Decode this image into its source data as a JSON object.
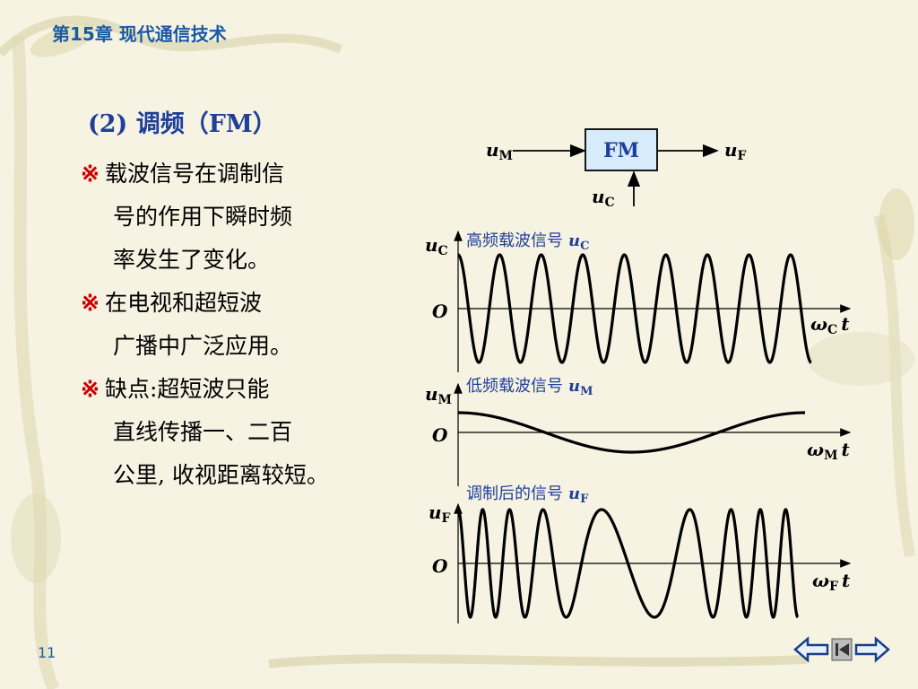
{
  "header": {
    "chapter": "第15章   现代通信技术"
  },
  "section": {
    "title": "(2) 调频（FM）"
  },
  "bullets": [
    {
      "mark": "※",
      "line1": "载波信号在调制信",
      "rest": [
        "号的作用下瞬时频",
        "率发生了变化。"
      ]
    },
    {
      "mark": "※",
      "line1": "在电视和超短波",
      "rest": [
        "广播中广泛应用。"
      ]
    },
    {
      "mark": "※",
      "line1": "缺点:超短波只能",
      "rest": [
        "直线传播一、二百",
        "公里, 收视距离较短。"
      ]
    }
  ],
  "block": {
    "label": "FM",
    "input_sym": "u",
    "input_sub": "M",
    "output_sym": "u",
    "output_sub": "F",
    "carrier_sym": "u",
    "carrier_sub": "C"
  },
  "plots": [
    {
      "caption": "高频载波信号",
      "cap_sym": "u",
      "cap_sub": "C",
      "ylabel_sym": "u",
      "ylabel_sub": "C",
      "origin": "O",
      "xlabel_sym": "ω",
      "xlabel_sub": "C",
      "xlabel_t": "t"
    },
    {
      "caption": "低频载波信号",
      "cap_sym": "u",
      "cap_sub": "M",
      "ylabel_sym": "u",
      "ylabel_sub": "M",
      "origin": "O",
      "xlabel_sym": "ω",
      "xlabel_sub": "M",
      "xlabel_t": "t"
    },
    {
      "caption": "调制后的信号",
      "cap_sym": "u",
      "cap_sub": "F",
      "ylabel_sym": "u",
      "ylabel_sub": "F",
      "origin": "O",
      "xlabel_sym": "ω",
      "xlabel_sub": "F",
      "xlabel_t": "t"
    }
  ],
  "footer": {
    "page": "11"
  },
  "colors": {
    "caption": "#1f3f9a",
    "chapter": "#1a5aa5",
    "mark": "#cc0000",
    "block_fill": "#d6ecfa"
  },
  "icons": [
    "back-arrow-icon",
    "home-icon",
    "forward-arrow-icon"
  ]
}
